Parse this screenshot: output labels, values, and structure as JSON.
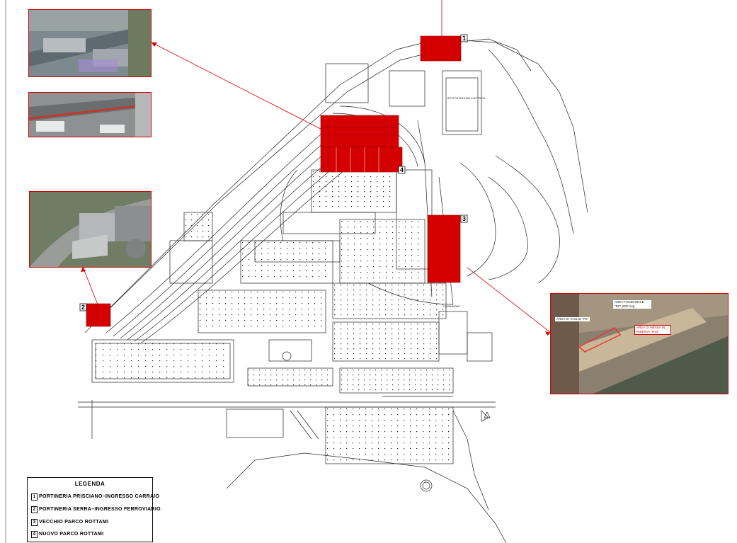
{
  "legend": {
    "title": "LEGENDA",
    "items": [
      {
        "num": "1",
        "label": "PORTINERIA PRISCIANO–INGRESSO CARRAIO"
      },
      {
        "num": "2",
        "label": "PORTINERIA SERRA–INGRESSO FERROVIARIO"
      },
      {
        "num": "3",
        "label": "VECCHIO PARCO ROTTAMI"
      },
      {
        "num": "4",
        "label": "NUOVO PARCO ROTTAMI"
      }
    ]
  },
  "markers": {
    "m1": "1",
    "m2": "2",
    "m3": "3",
    "m4": "4"
  },
  "photo_right": {
    "label_r4": "AREA DI TAGLIO \"R4\"",
    "label_rf": "AREA FUNZIONALE \"RF\" (900 mq)",
    "label_r13": "AREA DI MESSA IN RISERVA \"R13\""
  },
  "map_labels": {
    "substation": "SOTTOSTAZIONE ELETTRICA",
    "shed": "CAPANNONE"
  },
  "colors": {
    "highlight": "#d40000",
    "linework": "#222222",
    "frame": "#d40000"
  }
}
